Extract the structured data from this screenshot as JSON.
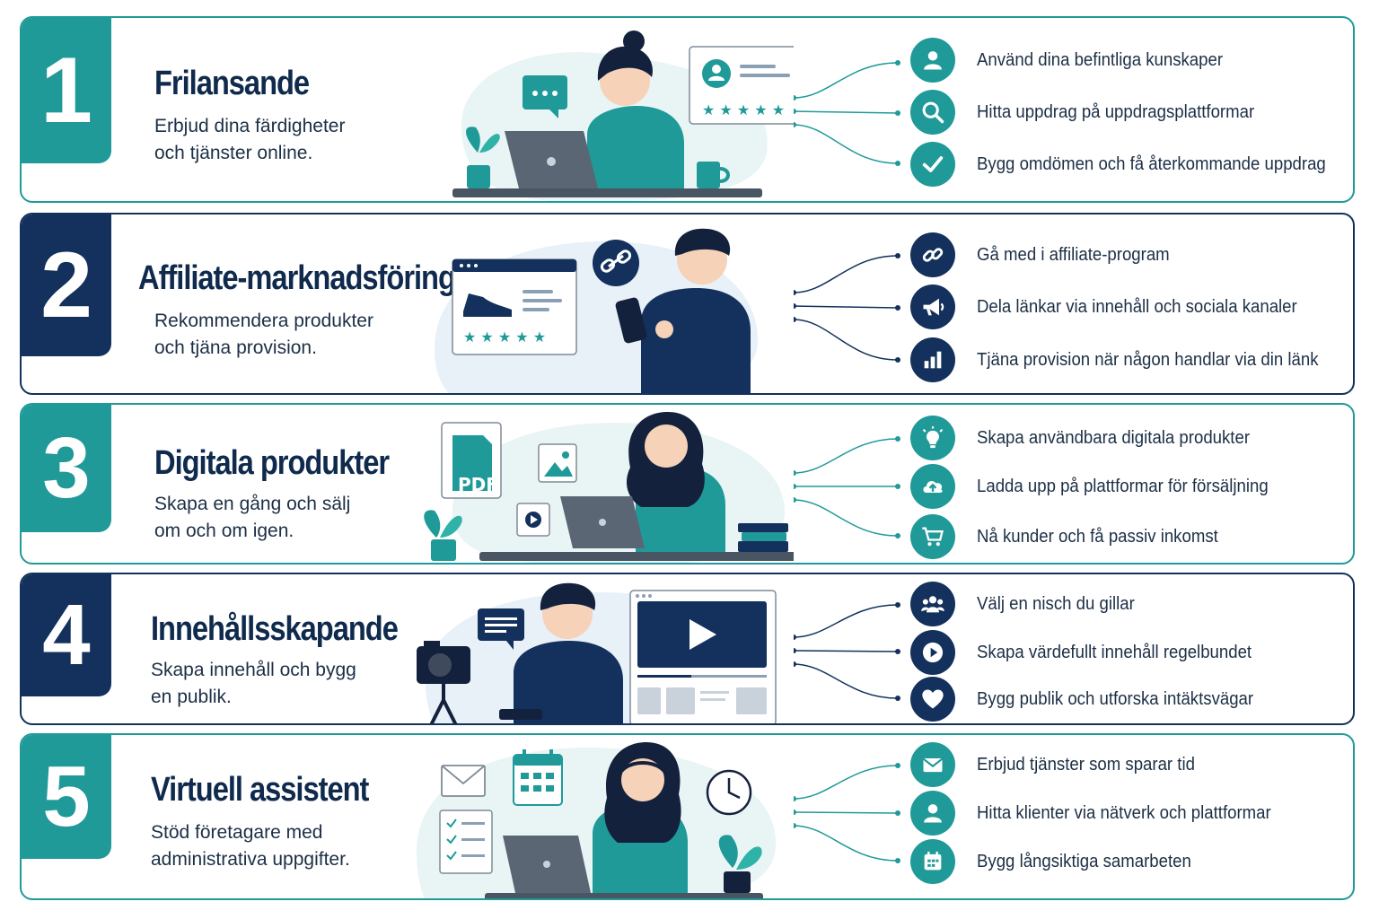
{
  "colors": {
    "teal": "#1f9a99",
    "navy": "#13315c"
  },
  "cards": [
    {
      "number": "1",
      "title": "Frilansande",
      "description": "Erbjud dina färdigheter\noch tjänster online.",
      "features": [
        {
          "icon": "user-icon",
          "text": "Använd dina befintliga kunskaper"
        },
        {
          "icon": "search-icon",
          "text": "Hitta uppdrag på uppdragsplattformar"
        },
        {
          "icon": "checkmark-icon",
          "text": "Bygg omdömen och få återkommande uppdrag"
        }
      ]
    },
    {
      "number": "2",
      "title": "Affiliate-marknadsföring",
      "description": "Rekommendera produkter\noch tjäna provision.",
      "features": [
        {
          "icon": "link-icon",
          "text": "Gå med i affiliate-program"
        },
        {
          "icon": "megaphone-icon",
          "text": "Dela länkar via innehåll och sociala kanaler"
        },
        {
          "icon": "bar-chart-icon",
          "text": "Tjäna provision när någon handlar via din länk"
        }
      ]
    },
    {
      "number": "3",
      "title": "Digitala produkter",
      "description": "Skapa en gång och sälj\nom och om igen.",
      "illustration_label": "PDF",
      "features": [
        {
          "icon": "lightbulb-icon",
          "text": "Skapa användbara digitala produkter"
        },
        {
          "icon": "cloud-upload-icon",
          "text": "Ladda upp på plattformar för försäljning"
        },
        {
          "icon": "cart-icon",
          "text": "Nå kunder och få passiv inkomst"
        }
      ]
    },
    {
      "number": "4",
      "title": "Innehållsskapande",
      "description": "Skapa innehåll och bygg\nen publik.",
      "features": [
        {
          "icon": "group-icon",
          "text": "Välj en nisch du gillar"
        },
        {
          "icon": "play-icon",
          "text": "Skapa värdefullt innehåll regelbundet"
        },
        {
          "icon": "heart-icon",
          "text": "Bygg publik och utforska intäktsvägar"
        }
      ]
    },
    {
      "number": "5",
      "title": "Virtuell assistent",
      "description": "Stöd företagare med\nadministrativa uppgifter.",
      "features": [
        {
          "icon": "envelope-icon",
          "text": "Erbjud tjänster som sparar tid"
        },
        {
          "icon": "user-icon",
          "text": "Hitta klienter via nätverk och plattformar"
        },
        {
          "icon": "calendar-icon",
          "text": "Bygg långsiktiga samarbeten"
        }
      ]
    }
  ]
}
